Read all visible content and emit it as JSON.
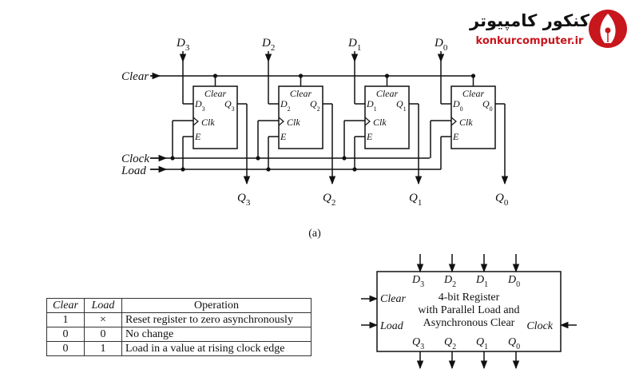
{
  "logo": {
    "brand_fa": "کنکور کامپیوتر",
    "url": "konkurcomputer.ir"
  },
  "circuit": {
    "inputs": {
      "clear": "Clear",
      "clock": "Clock",
      "load": "Load"
    },
    "caption": "(a)",
    "cells": [
      {
        "d": "D",
        "d_sub": "3",
        "q": "Q",
        "q_sub": "3",
        "clear": "Clear",
        "clk": "Clk",
        "e": "E"
      },
      {
        "d": "D",
        "d_sub": "2",
        "q": "Q",
        "q_sub": "2",
        "clear": "Clear",
        "clk": "Clk",
        "e": "E"
      },
      {
        "d": "D",
        "d_sub": "1",
        "q": "Q",
        "q_sub": "1",
        "clear": "Clear",
        "clk": "Clk",
        "e": "E"
      },
      {
        "d": "D",
        "d_sub": "0",
        "q": "Q",
        "q_sub": "0",
        "clear": "Clear",
        "clk": "Clk",
        "e": "E"
      }
    ]
  },
  "table": {
    "headers": [
      "Clear",
      "Load",
      "Operation"
    ],
    "rows": [
      [
        "1",
        "×",
        "Reset register to zero asynchronously"
      ],
      [
        "0",
        "0",
        "No change"
      ],
      [
        "0",
        "1",
        "Load in a value at rising clock edge"
      ]
    ]
  },
  "block": {
    "title_lines": [
      "4-bit Register",
      "with Parallel Load and",
      "Asynchronous Clear"
    ],
    "clear": "Clear",
    "load": "Load",
    "clock": "Clock",
    "inputs": [
      {
        "name": "D",
        "sub": "3"
      },
      {
        "name": "D",
        "sub": "2"
      },
      {
        "name": "D",
        "sub": "1"
      },
      {
        "name": "D",
        "sub": "0"
      }
    ],
    "outputs": [
      {
        "name": "Q",
        "sub": "3"
      },
      {
        "name": "Q",
        "sub": "2"
      },
      {
        "name": "Q",
        "sub": "1"
      },
      {
        "name": "Q",
        "sub": "0"
      }
    ]
  }
}
